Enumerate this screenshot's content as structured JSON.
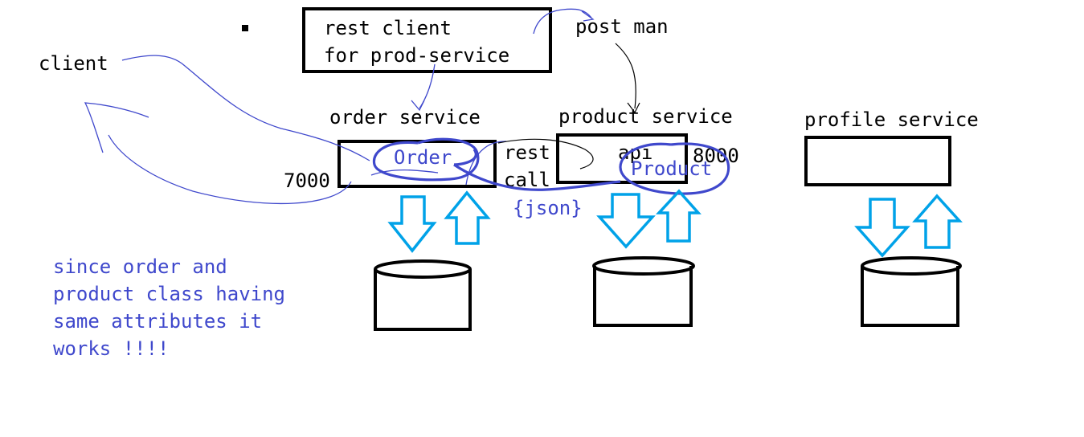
{
  "labels": {
    "rest_client_line1": "rest client",
    "rest_client_line2": "for prod-service",
    "post_man": "post man",
    "client": "client",
    "order_service": "order service",
    "product_service": "product service",
    "profile_service": "profile service",
    "port_7000": "7000",
    "port_8000": "8000",
    "rest": "rest",
    "call": "call",
    "api": "api",
    "order": "Order",
    "product": "Product",
    "json": "{json}"
  },
  "note": {
    "line1": "since order and",
    "line2": "product class having",
    "line3": "same attributes it",
    "line4": "works !!!!"
  },
  "colors": {
    "ink": "#000000",
    "pen_blue": "#3f48cc",
    "arrow_cyan": "#00a2e8"
  }
}
